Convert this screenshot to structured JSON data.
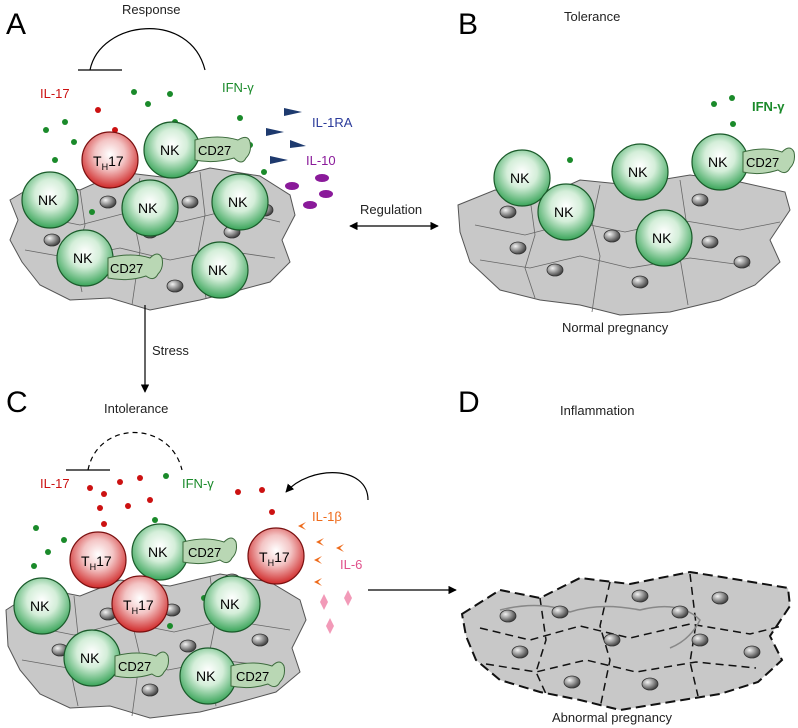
{
  "colors": {
    "nk_cell": "#3aa55a",
    "th17_cell": "#d02a2a",
    "il17_text": "#cc1111",
    "ifn_gamma_text": "#1a8a2a",
    "il1ra_text": "#2a3a9a",
    "il10_text": "#8a1a9a",
    "il1b_text": "#ee6a1a",
    "il6_text": "#e0508a",
    "tissue_fill": "#c8c8c8"
  },
  "panels": {
    "a": {
      "letter": "A",
      "response": "Response",
      "il17": "IL-17",
      "ifn_gamma": "IFN-γ",
      "il1ra": "IL-1RA",
      "il10": "IL-10"
    },
    "b": {
      "letter": "B",
      "tolerance": "Tolerance",
      "ifn_gamma": "IFN-γ",
      "normal_pregnancy": "Normal pregnancy"
    },
    "c": {
      "letter": "C",
      "intolerance": "Intolerance",
      "il17": "IL-17",
      "ifn_gamma": "IFN-γ",
      "il1b": "IL-1β",
      "il6": "IL-6"
    },
    "d": {
      "letter": "D",
      "inflammation": "Inflammation",
      "abnormal_pregnancy": "Abnormal pregnancy"
    }
  },
  "arrows": {
    "regulation": "Regulation",
    "stress": "Stress"
  },
  "cells": {
    "nk": "NK",
    "cd27": "CD27",
    "th_main": "T",
    "th_sub": "H",
    "th_suffix": "17"
  }
}
